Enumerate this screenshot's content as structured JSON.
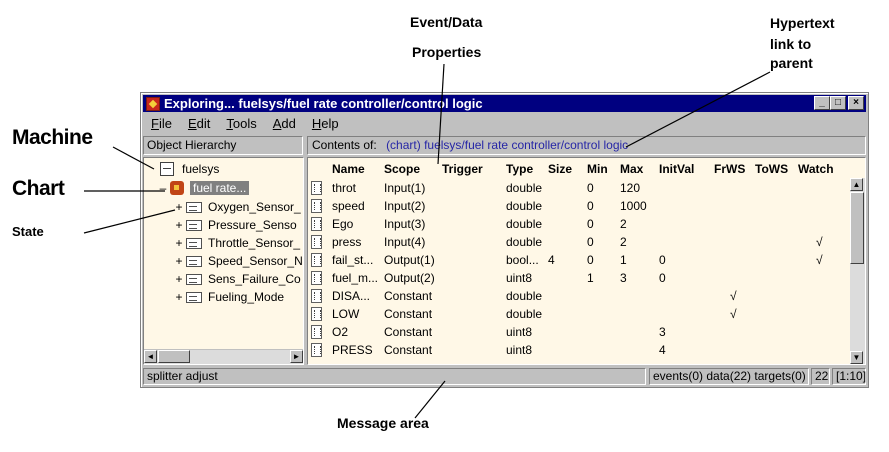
{
  "callouts": {
    "event_data_line1": "Event/Data",
    "event_data_line2": "Properties",
    "hypertext_line1": "Hypertext",
    "hypertext_line2": "link to",
    "hypertext_line3": "parent",
    "machine": "Machine",
    "chart": "Chart",
    "state": "State",
    "message_area": "Message area"
  },
  "window": {
    "title": "Exploring... fuelsys/fuel rate controller/control logic",
    "min_label": "_",
    "max_label": "□",
    "close_label": "×"
  },
  "menu": [
    {
      "label": "File",
      "mnemonic": "F",
      "rest": "ile"
    },
    {
      "label": "Edit",
      "mnemonic": "E",
      "rest": "dit"
    },
    {
      "label": "Tools",
      "mnemonic": "T",
      "rest": "ools"
    },
    {
      "label": "Add",
      "mnemonic": "A",
      "rest": "dd"
    },
    {
      "label": "Help",
      "mnemonic": "H",
      "rest": "elp"
    }
  ],
  "hierarchy": {
    "header": "Object Hierarchy",
    "machine": "fuelsys",
    "chart": "fuel rate...",
    "chart_expander": "–",
    "states": [
      {
        "expander": "+",
        "label": "Oxygen_Sensor_"
      },
      {
        "expander": "+",
        "label": "Pressure_Senso"
      },
      {
        "expander": "+",
        "label": "Throttle_Sensor_"
      },
      {
        "expander": "+",
        "label": "Speed_Sensor_N"
      },
      {
        "expander": "+",
        "label": "Sens_Failure_Co"
      },
      {
        "expander": "+",
        "label": "Fueling_Mode"
      }
    ],
    "scroll_left": "◄",
    "scroll_right": "►"
  },
  "contents": {
    "prefix": "Contents of:",
    "path": "(chart) fuelsys/fuel rate controller/control logic",
    "columns": [
      "Name",
      "Scope",
      "Trigger",
      "Type",
      "Size",
      "Min",
      "Max",
      "InitVal",
      "FrWS",
      "ToWS",
      "Watch"
    ],
    "rows": [
      {
        "name": "throt",
        "scope": "Input(1)",
        "trigger": "",
        "type": "double",
        "size": "",
        "min": "0",
        "max": "120",
        "initval": "",
        "frws": "",
        "tows": "",
        "watch": ""
      },
      {
        "name": "speed",
        "scope": "Input(2)",
        "trigger": "",
        "type": "double",
        "size": "",
        "min": "0",
        "max": "1000",
        "initval": "",
        "frws": "",
        "tows": "",
        "watch": ""
      },
      {
        "name": "Ego",
        "scope": "Input(3)",
        "trigger": "",
        "type": "double",
        "size": "",
        "min": "0",
        "max": "2",
        "initval": "",
        "frws": "",
        "tows": "",
        "watch": ""
      },
      {
        "name": "press",
        "scope": "Input(4)",
        "trigger": "",
        "type": "double",
        "size": "",
        "min": "0",
        "max": "2",
        "initval": "",
        "frws": "",
        "tows": "",
        "watch": "√"
      },
      {
        "name": "fail_st...",
        "scope": "Output(1)",
        "trigger": "",
        "type": "bool...",
        "size": "4",
        "min": "0",
        "max": "1",
        "initval": "0",
        "frws": "",
        "tows": "",
        "watch": "√"
      },
      {
        "name": "fuel_m...",
        "scope": "Output(2)",
        "trigger": "",
        "type": "uint8",
        "size": "",
        "min": "1",
        "max": "3",
        "initval": "0",
        "frws": "",
        "tows": "",
        "watch": ""
      },
      {
        "name": "DISA...",
        "scope": "Constant",
        "trigger": "",
        "type": "double",
        "size": "",
        "min": "",
        "max": "",
        "initval": "",
        "frws": "√",
        "tows": "",
        "watch": ""
      },
      {
        "name": "LOW",
        "scope": "Constant",
        "trigger": "",
        "type": "double",
        "size": "",
        "min": "",
        "max": "",
        "initval": "",
        "frws": "√",
        "tows": "",
        "watch": ""
      },
      {
        "name": "O2",
        "scope": "Constant",
        "trigger": "",
        "type": "uint8",
        "size": "",
        "min": "",
        "max": "",
        "initval": "3",
        "frws": "",
        "tows": "",
        "watch": ""
      },
      {
        "name": "PRESS",
        "scope": "Constant",
        "trigger": "",
        "type": "uint8",
        "size": "",
        "min": "",
        "max": "",
        "initval": "4",
        "frws": "",
        "tows": "",
        "watch": ""
      }
    ],
    "scroll_up": "▲",
    "scroll_down": "▼"
  },
  "status": {
    "message": "splitter adjust",
    "counts": "events(0) data(22) targets(0)",
    "number": "22",
    "position": "[1:10]"
  }
}
